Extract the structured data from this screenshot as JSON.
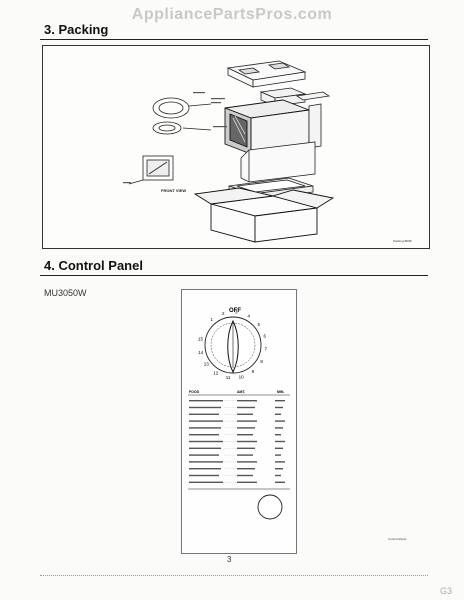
{
  "watermark": "AppliancePartsPros.com",
  "packing": {
    "title": "3. Packing",
    "front_view_label": "FRONT VIEW",
    "code": "Packing-B095"
  },
  "control_panel": {
    "title": "4. Control Panel",
    "model": "MU3050W",
    "dial": {
      "off_label": "OFF",
      "numbers": [
        "1",
        "2",
        "3",
        "4",
        "5",
        "6",
        "7",
        "8",
        "9",
        "10",
        "11",
        "12",
        "13",
        "14",
        "15"
      ]
    },
    "guide_headers": {
      "food": "FOOD",
      "amt": "AMT.",
      "min": "MIN."
    },
    "code": "Control-Panel"
  },
  "page_number": "3",
  "corner_mark": "G3"
}
